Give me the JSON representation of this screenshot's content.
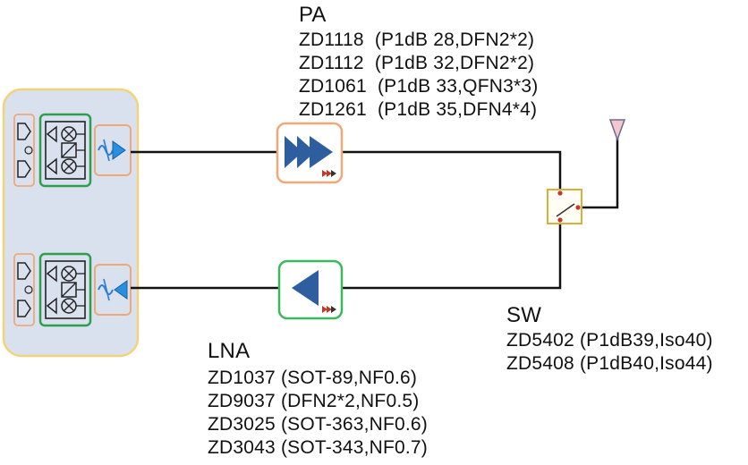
{
  "pa": {
    "title": "PA",
    "parts": [
      "ZD1118  (P1dB 28,DFN2*2)",
      "ZD1112  (P1dB 32,DFN2*2)",
      "ZD1061  (P1dB 33,QFN3*3)",
      "ZD1261  (P1dB 35,DFN4*4)"
    ]
  },
  "lna": {
    "title": "LNA",
    "parts": [
      "ZD1037 (SOT-89,NF0.6)",
      "ZD9037 (DFN2*2,NF0.5)",
      "ZD3025 (SOT-363,NF0.6)",
      "ZD3043 (SOT-343,NF0.7)"
    ]
  },
  "sw": {
    "title": "SW",
    "parts": [
      "ZD5402 (P1dB39,Iso40)",
      "ZD5408 (P1dB40,Iso44)"
    ]
  },
  "colors": {
    "transceiver_fill": "#d9e1ef",
    "transceiver_border": "#f3d27a",
    "pa_border": "#f0a878",
    "lna_border": "#3cb85c",
    "amp_blue": "#2f5e9e",
    "switch_border": "#d9b13a",
    "antenna": "#e88aa0"
  },
  "icons": [
    "transceiver-block",
    "mixer-icon",
    "amplifier-icon",
    "filter-icon",
    "antenna-icon",
    "switch-icon"
  ]
}
